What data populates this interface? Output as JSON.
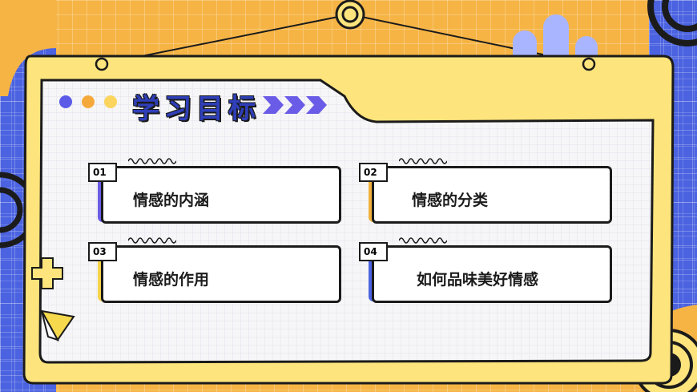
{
  "title": "学习目标",
  "colors": {
    "yellow": "#fde47c",
    "orange": "#f6b445",
    "blue": "#4b63e0",
    "ink": "#1b1b1b",
    "dot_blue": "#5b5be8",
    "dot_orange": "#f6a93b",
    "dot_yellow": "#fbd55d"
  },
  "items": [
    {
      "number": "01",
      "label": "情感的内涵",
      "accent": "#6b5ce8"
    },
    {
      "number": "02",
      "label": "情感的分类",
      "accent": "#f1b13b"
    },
    {
      "number": "03",
      "label": "情感的作用",
      "accent": "#f7d34a"
    },
    {
      "number": "04",
      "label": "如何品味美好情感",
      "accent": "#4b63e0"
    }
  ],
  "icons": [
    "chevron-right-icon",
    "plus-shape-icon",
    "triangle-shape-icon",
    "concentric-circle-icon"
  ]
}
